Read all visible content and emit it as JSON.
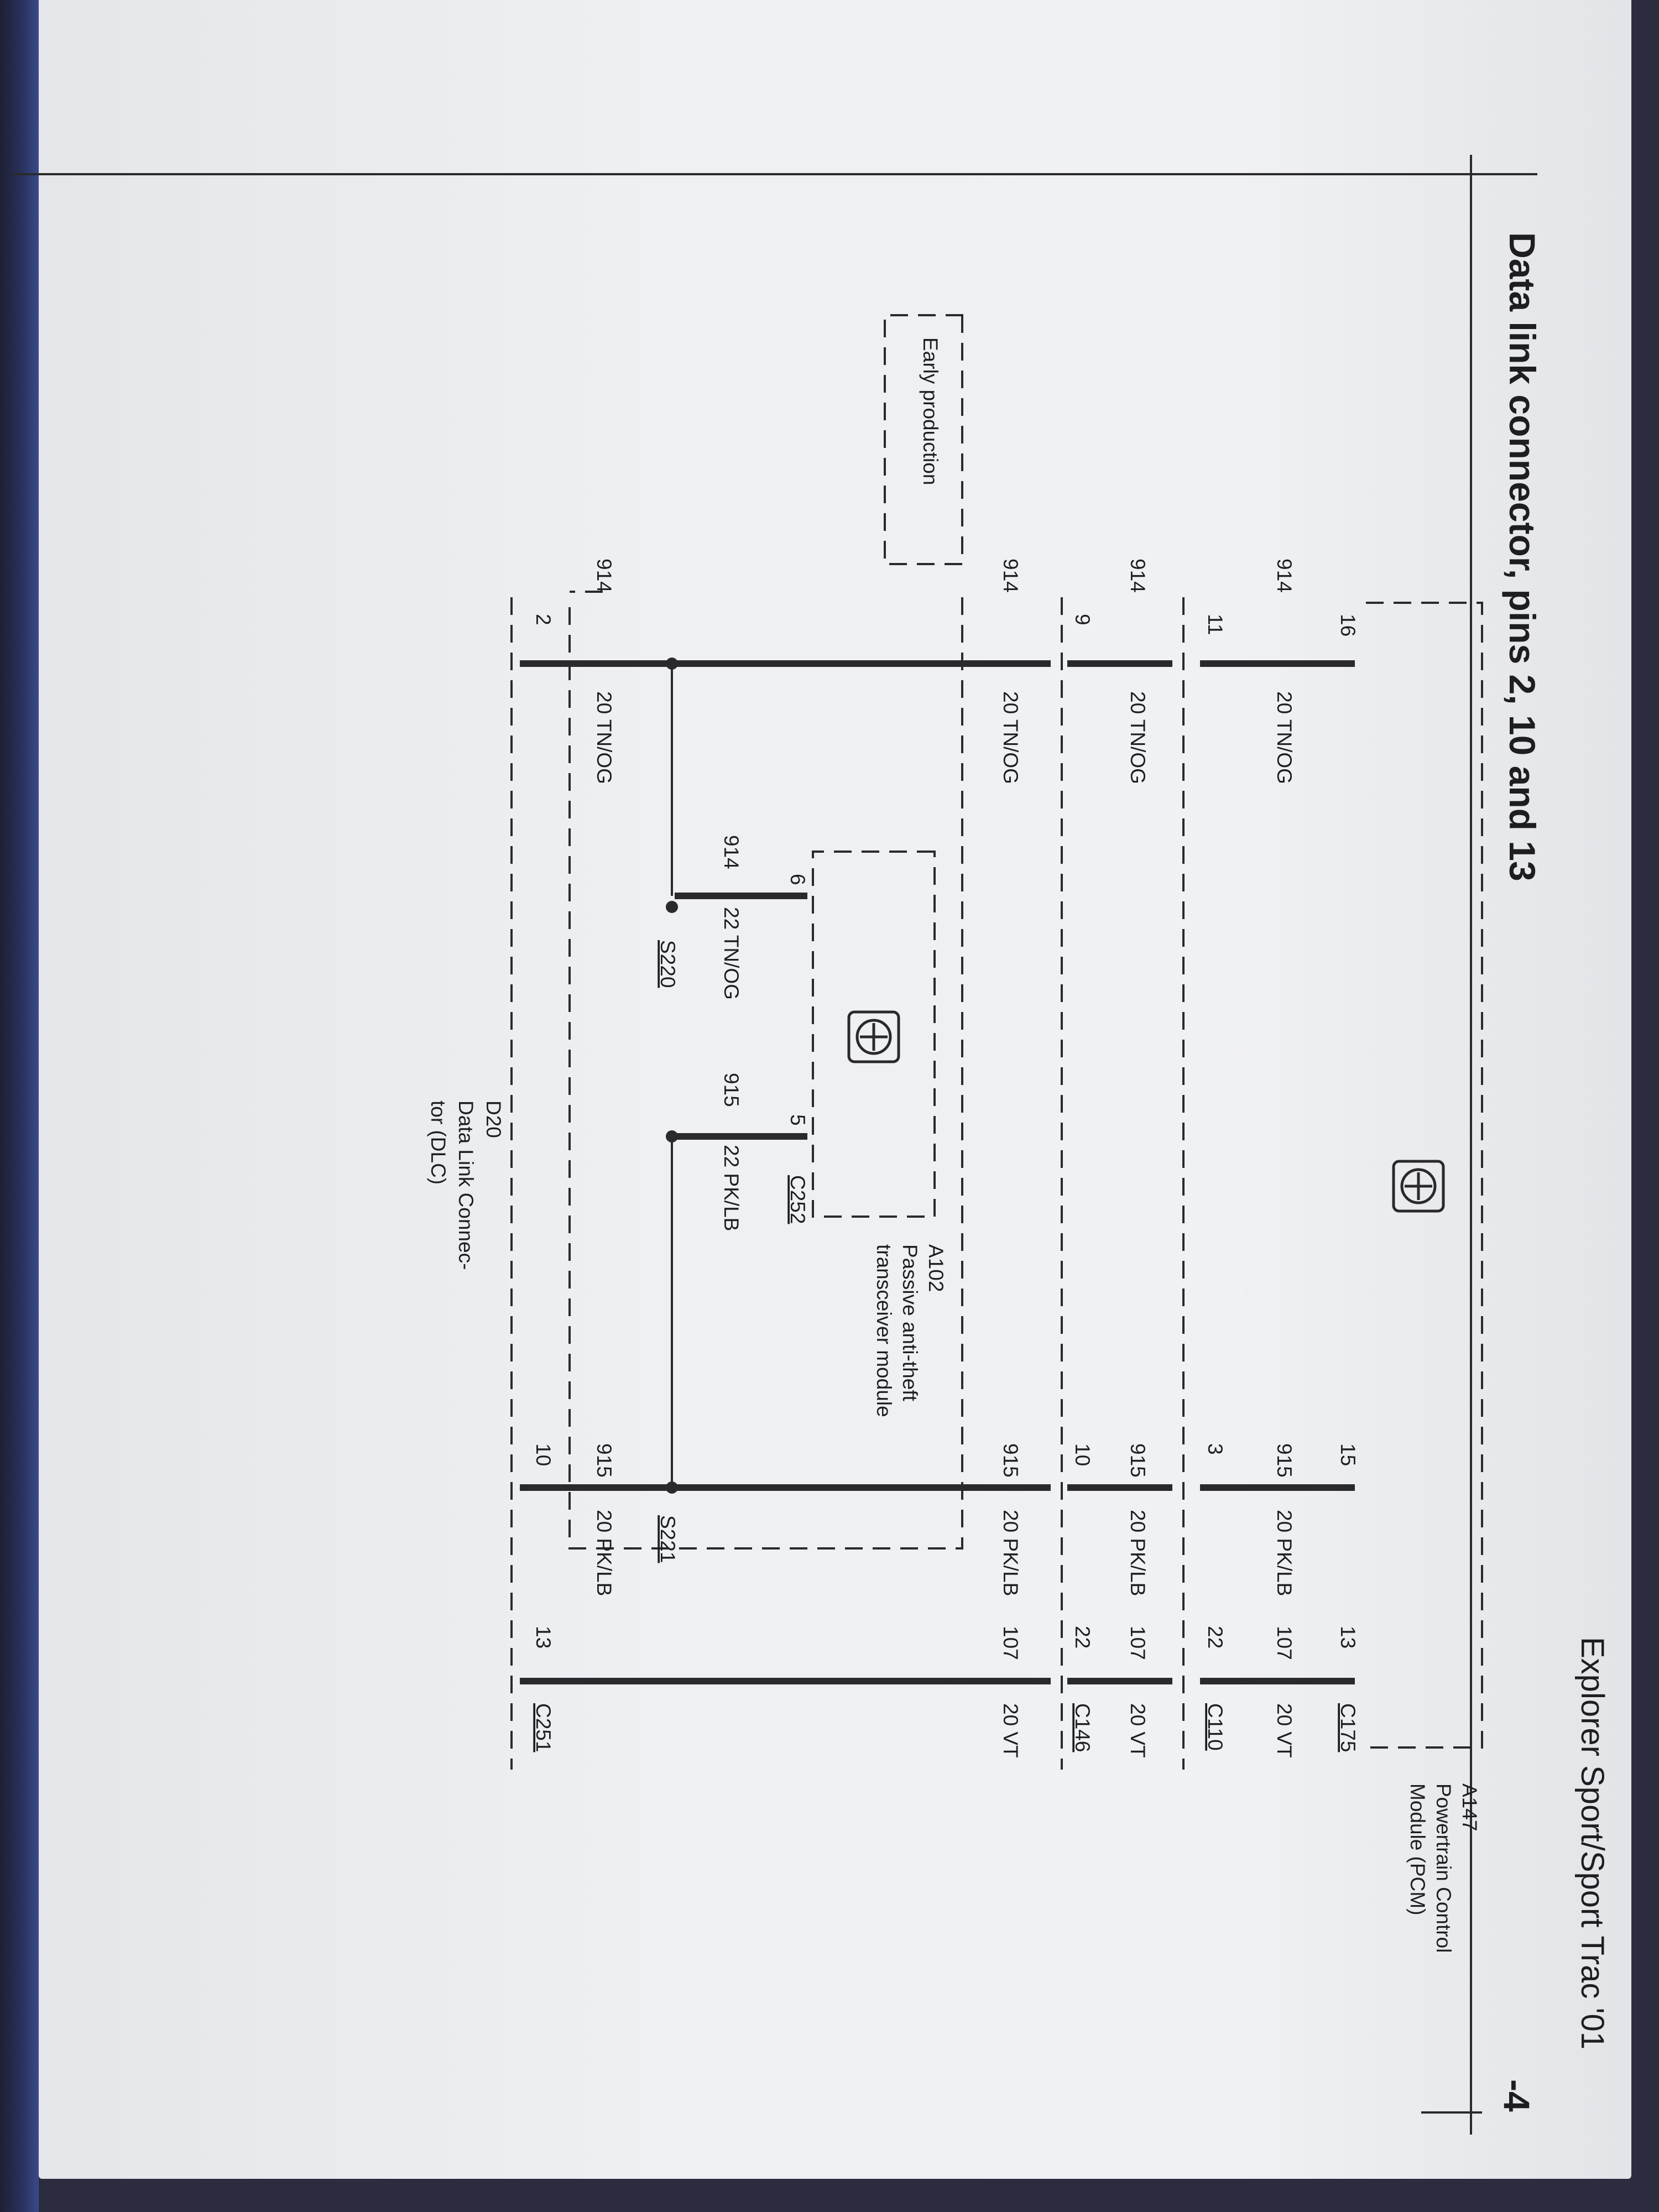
{
  "header": {
    "title": "Data link connector, pins 2, 10 and 13",
    "page_marker": "-4"
  },
  "footer": {
    "model": "Explorer Sport/Sport Trac '01"
  },
  "modules": {
    "pcm": {
      "id": "A147",
      "name_line1": "Powertrain Control",
      "name_line2": "Module (PCM)"
    },
    "pats": {
      "id": "A102",
      "name_line1": "Passive anti-theft",
      "name_line2": "transceiver module"
    },
    "dlc": {
      "id": "D20",
      "name_line1": "Data Link Connec-",
      "name_line2": "tor (DLC)"
    },
    "early": {
      "label": "Early production"
    }
  },
  "connectors": {
    "c175": {
      "name": "C175",
      "pins": [
        "16",
        "15",
        "13"
      ]
    },
    "c110": {
      "name": "C110",
      "pins": [
        "11",
        "3",
        "22"
      ]
    },
    "c146": {
      "name": "C146",
      "pins": [
        "9",
        "10",
        "22"
      ]
    },
    "c252": {
      "name": "C252",
      "pins": [
        "6",
        "5"
      ]
    },
    "c251": {
      "name": "C251",
      "pins": [
        "2",
        "10",
        "13"
      ]
    }
  },
  "wires": {
    "c175_c110": [
      {
        "circuit": "914",
        "spec": "20 TN/OG"
      },
      {
        "circuit": "915",
        "spec": "20 PK/LB"
      },
      {
        "circuit": "107",
        "spec": "20 VT"
      }
    ],
    "c110_c146": [
      {
        "circuit": "914",
        "spec": "20 TN/OG"
      },
      {
        "circuit": "915",
        "spec": "20 PK/LB"
      },
      {
        "circuit": "107",
        "spec": "20 VT"
      }
    ],
    "c146_out": [
      {
        "circuit": "914",
        "spec": "20 TN/OG"
      },
      {
        "circuit": "915",
        "spec": "20 PK/LB"
      },
      {
        "circuit": "107",
        "spec": "20 VT"
      }
    ],
    "pats_branch": [
      {
        "circuit": "914",
        "spec": "22 TN/OG"
      },
      {
        "circuit": "915",
        "spec": "22 PK/LB"
      }
    ],
    "to_dlc": [
      {
        "circuit": "914",
        "spec": "20 TN/OG"
      },
      {
        "circuit": "915",
        "spec": "20 PK/LB"
      }
    ]
  },
  "splices": {
    "s220": "S220",
    "s221": "S221"
  },
  "icons": {
    "module_symbol": "module-network-icon"
  }
}
